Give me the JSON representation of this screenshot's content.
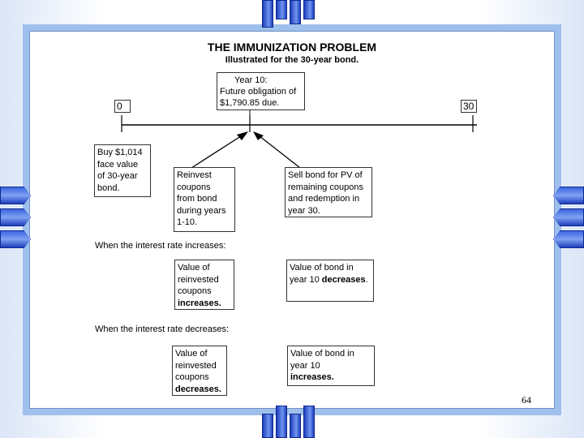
{
  "title": "THE IMMUNIZATION PROBLEM",
  "subtitle": "Illustrated for the 30-year bond.",
  "timeline": {
    "start_label": "0",
    "end_label": "30",
    "obligation": [
      "Year 10:",
      "Future obligation of",
      "$1,790.85 due."
    ]
  },
  "boxes": {
    "buy": [
      "Buy $1,014",
      "face value",
      "of 30-year",
      "bond."
    ],
    "reinvest": [
      "Reinvest",
      "coupons",
      "from bond",
      "during years",
      "1-10."
    ],
    "sell": [
      "Sell bond for PV of",
      "remaining coupons",
      "and redemption in",
      "year 30."
    ]
  },
  "increase": {
    "caption": "When the interest rate increases:",
    "left": [
      "Value of",
      "reinvested",
      "coupons",
      "increases."
    ],
    "right_line1": "Value of bond in",
    "right_line2_prefix": "year 10 ",
    "right_line2_bold": "decreases",
    "right_line2_suffix": "."
  },
  "decrease": {
    "caption": "When the interest rate decreases:",
    "left": [
      "Value of",
      "reinvested",
      "coupons",
      "decreases."
    ],
    "right": [
      "Value of bond in",
      "year 10",
      "increases."
    ]
  },
  "page_number": "64"
}
